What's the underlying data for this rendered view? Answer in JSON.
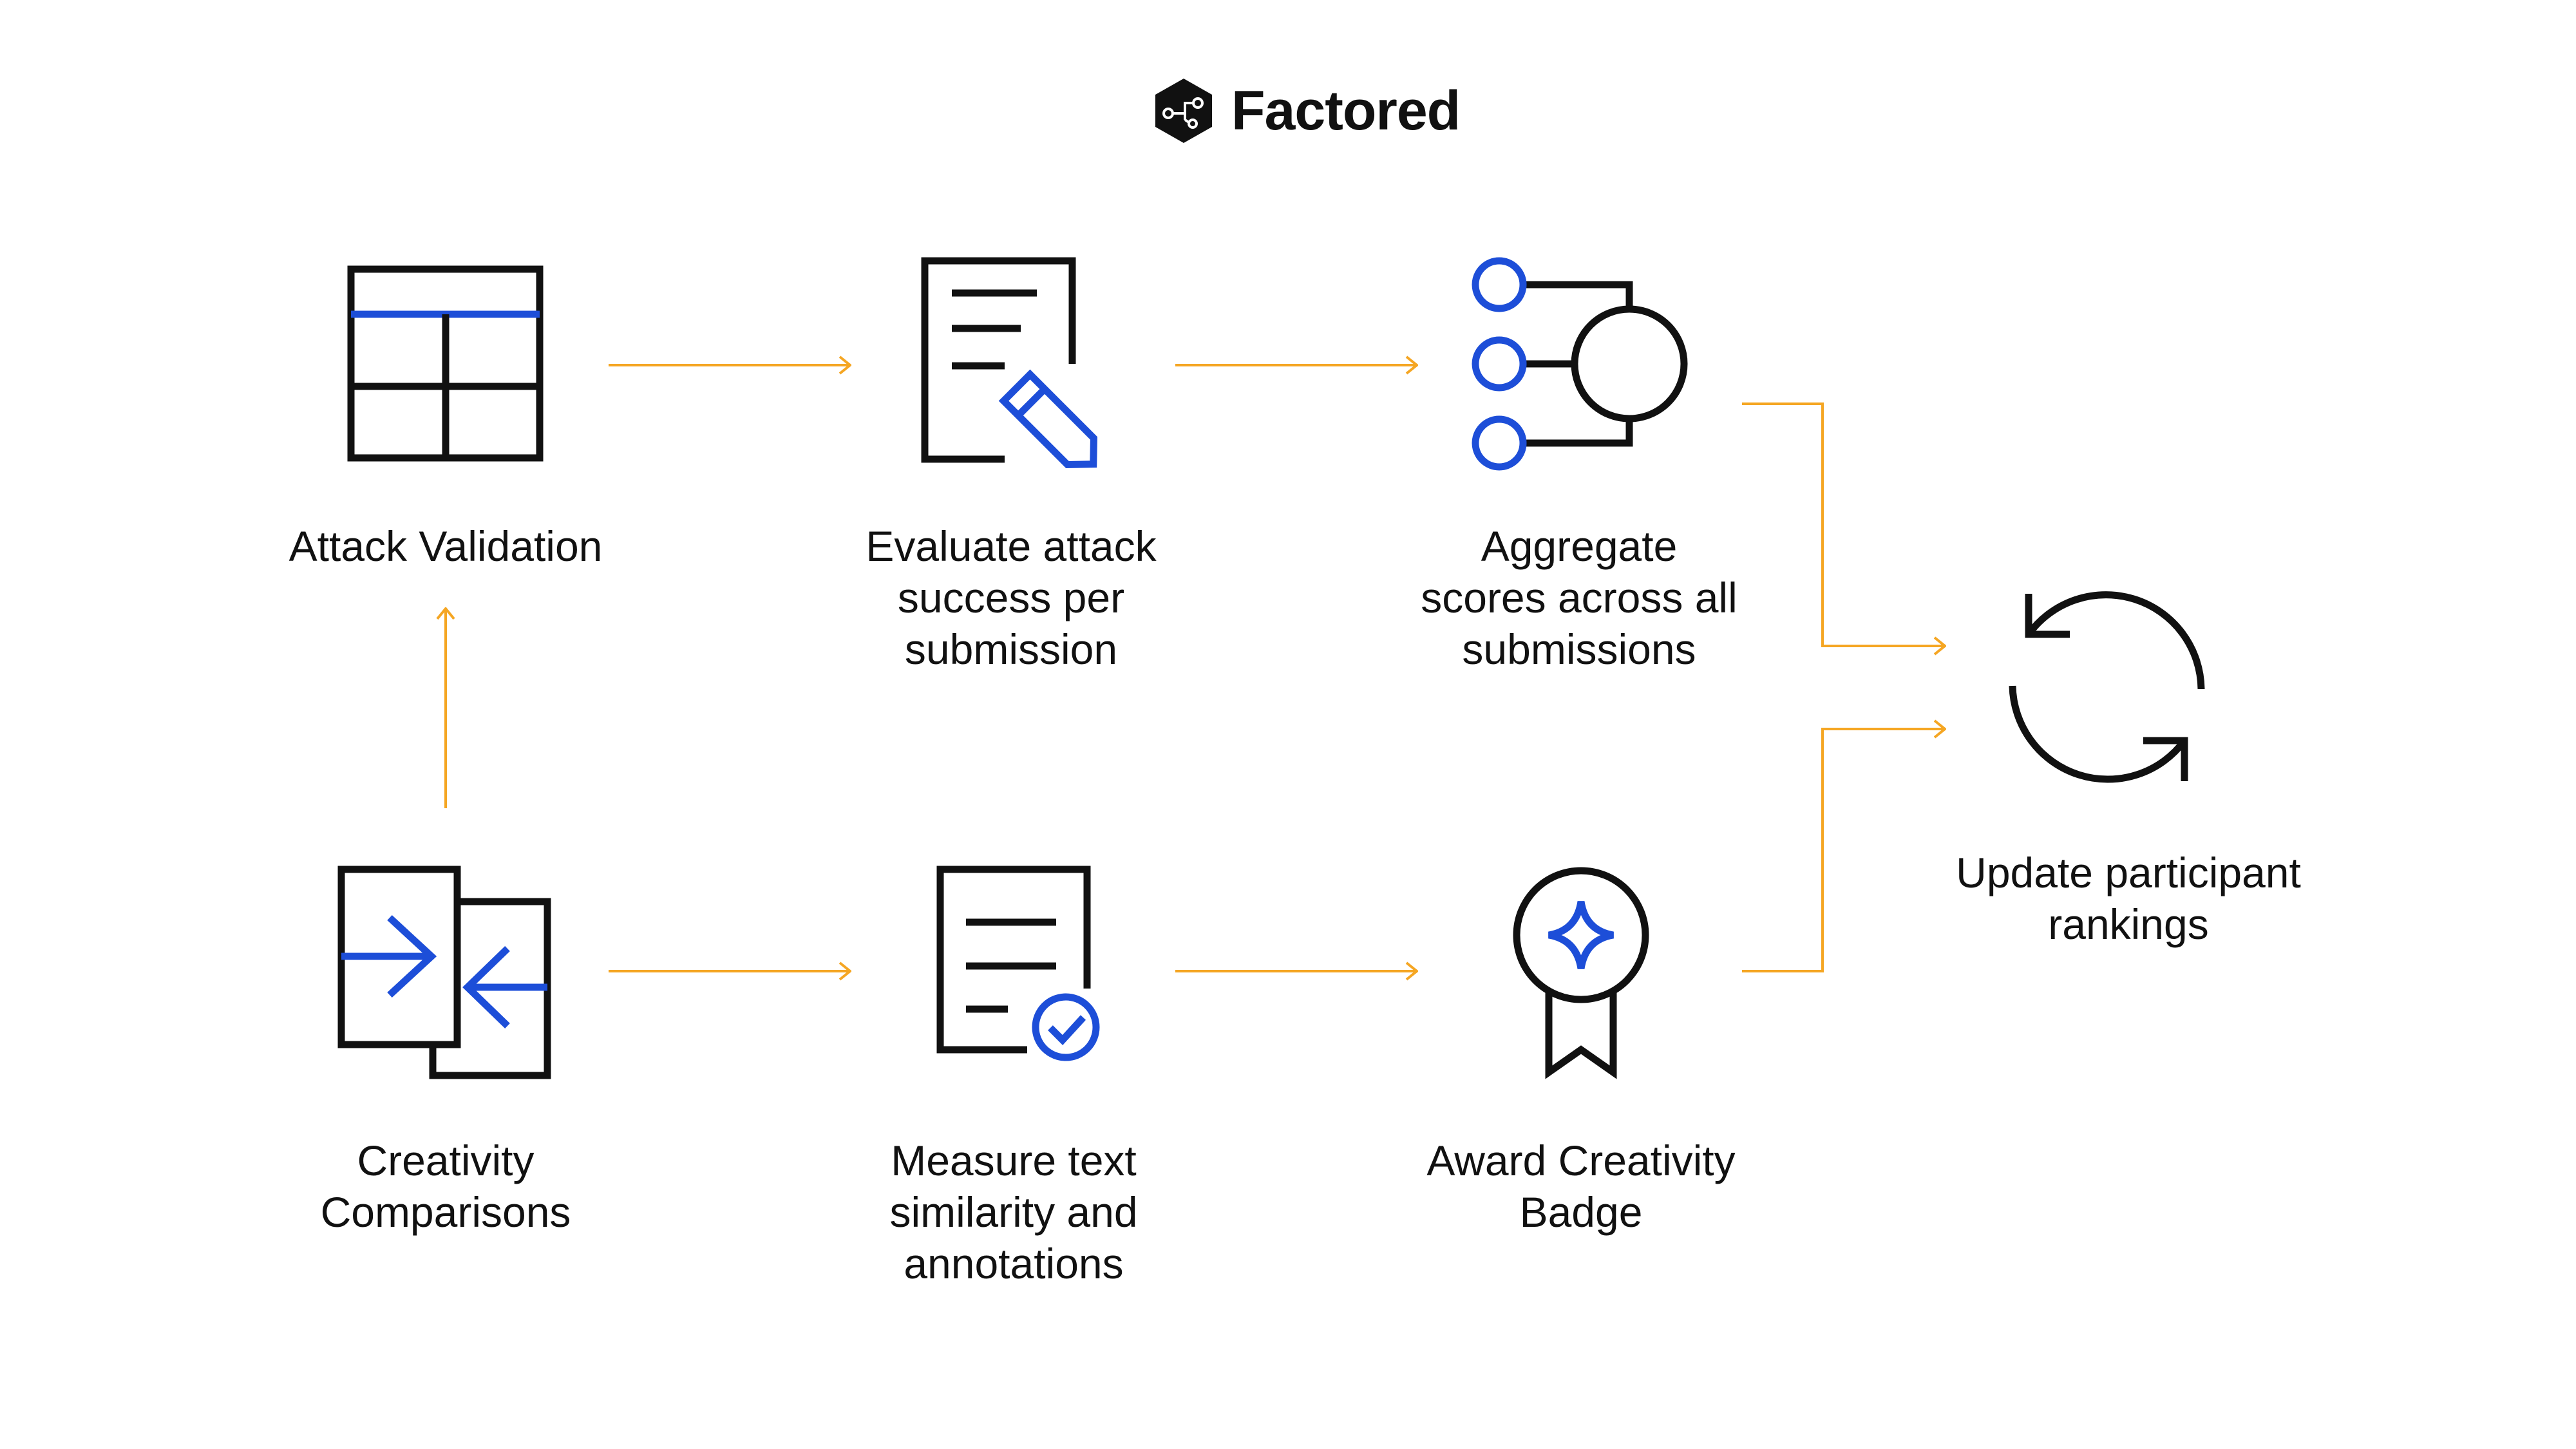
{
  "brand": {
    "name": "Factored",
    "logo_icon": "hexagon-graph-icon"
  },
  "colors": {
    "arrow": "#F5A623",
    "accent": "#1D4ED8",
    "ink": "#111111"
  },
  "nodes": {
    "attack_validation": {
      "icon": "table-icon",
      "lines": [
        "Attack Validation"
      ]
    },
    "evaluate_attack": {
      "icon": "document-pencil-icon",
      "lines": [
        "Evaluate attack",
        "success per",
        "submission"
      ]
    },
    "aggregate_scores": {
      "icon": "aggregate-nodes-icon",
      "lines": [
        "Aggregate",
        "scores across all",
        "submissions"
      ]
    },
    "update_rankings": {
      "icon": "refresh-cycle-icon",
      "lines": [
        "Update participant",
        "rankings"
      ]
    },
    "creativity_comparisons": {
      "icon": "compare-documents-icon",
      "lines": [
        "Creativity",
        "Comparisons"
      ]
    },
    "measure_similarity": {
      "icon": "document-check-icon",
      "lines": [
        "Measure text",
        "similarity and",
        "annotations"
      ]
    },
    "award_badge": {
      "icon": "award-badge-icon",
      "lines": [
        "Award Creativity",
        "Badge"
      ]
    }
  }
}
